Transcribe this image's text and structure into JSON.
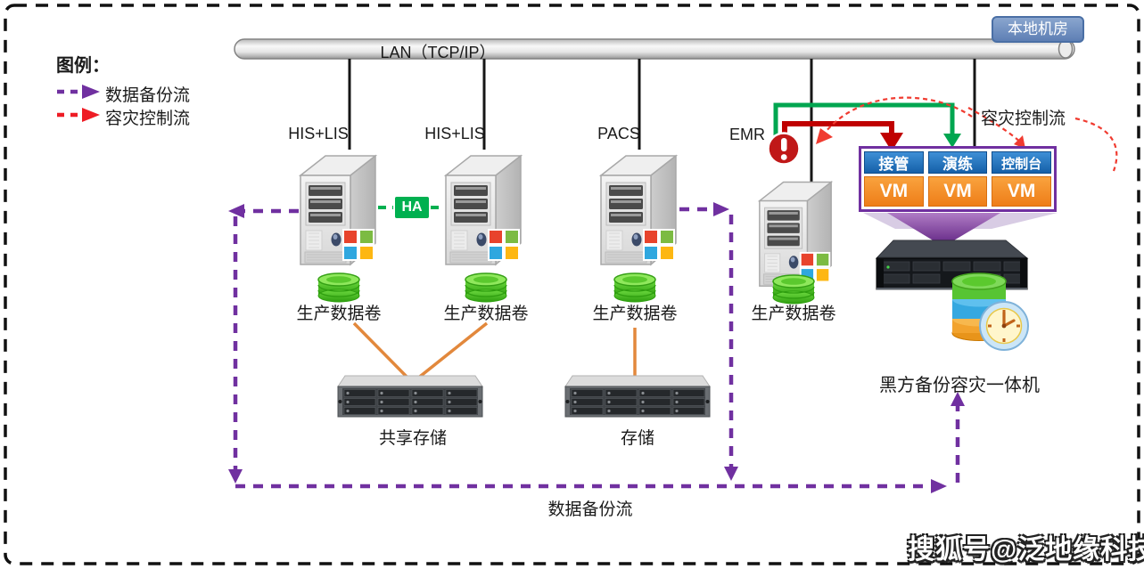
{
  "site_badge": "本地机房",
  "network": {
    "bus_label": "LAN（TCP/IP）"
  },
  "legend": {
    "title": "图例：",
    "items": [
      {
        "label": "数据备份流",
        "color": "#7030A0",
        "style": "dashed-arrow"
      },
      {
        "label": "容灾控制流",
        "color": "#EE1C25",
        "style": "dashed-arrow"
      }
    ]
  },
  "servers": [
    {
      "name": "HIS+LIS",
      "volume_label": "生产数据卷"
    },
    {
      "name": "HIS+LIS",
      "volume_label": "生产数据卷"
    },
    {
      "name": "PACS",
      "volume_label": "生产数据卷"
    },
    {
      "name": "EMR",
      "volume_label": "生产数据卷",
      "alert": "!"
    }
  ],
  "ha_label": "HA",
  "vm_panel": {
    "cells": [
      {
        "role": "接管",
        "vm": "VM"
      },
      {
        "role": "演练",
        "vm": "VM"
      },
      {
        "role": "控制台",
        "vm": "VM"
      }
    ]
  },
  "storage": {
    "shared_label": "共享存储",
    "single_label": "存储"
  },
  "appliance_label": "黑方备份容灾一体机",
  "flows": {
    "backup_flow_label": "数据备份流",
    "control_flow_label": "容灾控制流"
  },
  "watermark": "搜狐号@泛地缘科技",
  "colors": {
    "backup_flow": "#7030A0",
    "control_flow_solid_red": "#C00000",
    "control_flow_dotted_red": "#F03B30",
    "control_flow_green": "#00A650",
    "ha_green": "#00B050",
    "vm_header_blue": "#1B6FC0",
    "vm_body_orange": "#F68B1F",
    "storage_link_orange": "#E2883C"
  }
}
